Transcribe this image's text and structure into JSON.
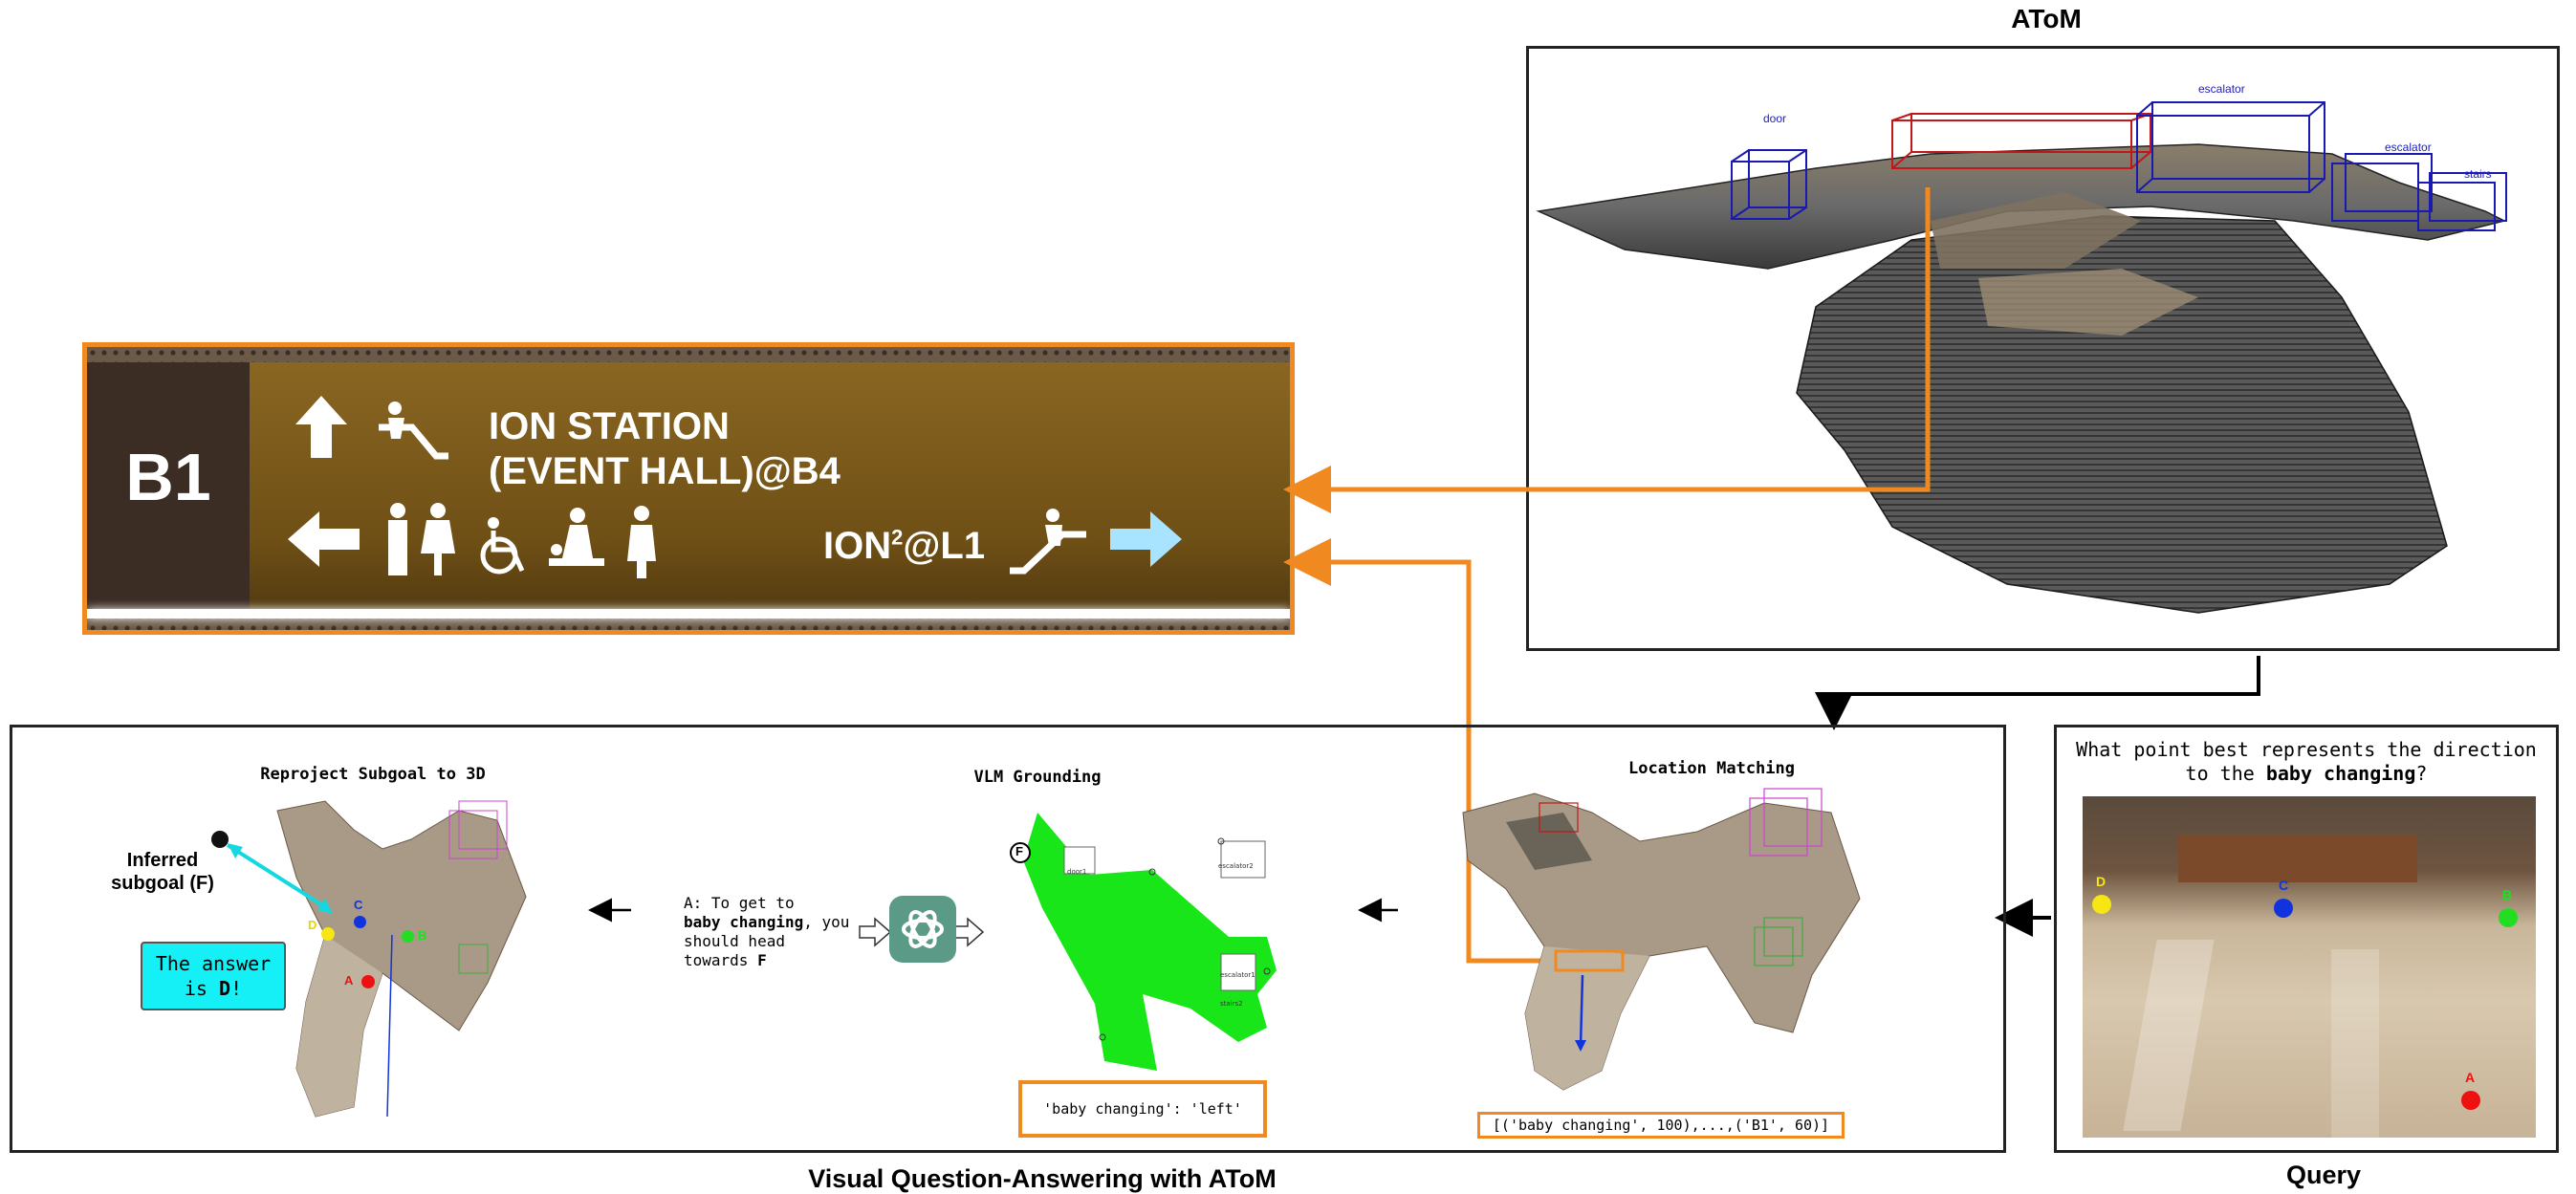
{
  "atom_title": "AToM",
  "atom_labels": {
    "door": "door",
    "escalator1": "escalator",
    "escalator2": "escalator",
    "stairs": "stairs"
  },
  "sign": {
    "level": "B1",
    "line1": "ION STATION",
    "line2": "(EVENT HALL)@B4",
    "ion2_prefix": "ION",
    "ion2_sup": "2",
    "ion2_suffix": "@L1"
  },
  "vqa_title": "Visual Question-Answering with AToM",
  "query_title": "Query",
  "query": {
    "question_prefix": "What point best represents the direction to the ",
    "question_bold": "baby changing",
    "question_suffix": "?",
    "points": {
      "A": "A",
      "B": "B",
      "C": "C",
      "D": "D"
    }
  },
  "location_matching": {
    "title": "Location Matching",
    "matches": "[('baby changing', 100),...,('B1', 60)]"
  },
  "vlm_grounding": {
    "title": "VLM Grounding",
    "grounding": "'baby changing': 'left'",
    "point_f": "F",
    "small_labels": [
      "door1",
      "escalator2",
      "escalator1",
      "stairs2"
    ]
  },
  "answer_text": {
    "line1": "A: To get to",
    "line2_bold": "baby changing",
    "line2_rest": ", you",
    "line3": "should head",
    "line4_prefix": "towards ",
    "line4_bold": "F"
  },
  "reproject": {
    "title": "Reproject Subgoal to 3D",
    "inferred": "Inferred subgoal (F)",
    "answer_prefix": "The answer is ",
    "answer_bold": "D",
    "answer_suffix": "!",
    "points": {
      "A": "A",
      "B": "B",
      "C": "C",
      "D": "D"
    }
  },
  "colors": {
    "orange": "#f0891f",
    "green": "#19e619",
    "cyan_box": "#14f0f5",
    "point_red": "#ee1111",
    "point_green": "#22dd22",
    "point_blue": "#1133dd",
    "point_yellow": "#f5e614",
    "bbox_blue": "#1a1ab0",
    "bbox_red": "#c01818",
    "sign_brown": "#7a5a1e",
    "openai_teal": "#5b9a86"
  }
}
